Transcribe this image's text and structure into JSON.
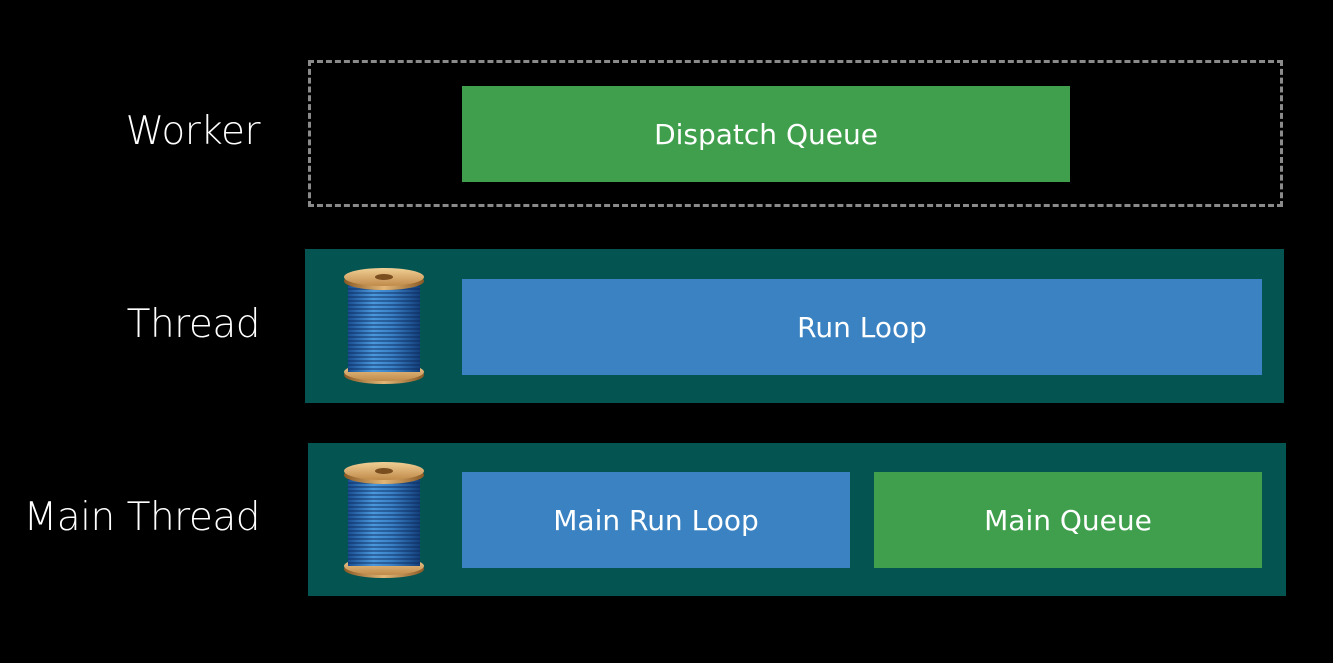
{
  "rows": {
    "worker": {
      "label": "Worker",
      "box": "Dispatch Queue"
    },
    "thread": {
      "label": "Thread",
      "icon": "thread-spool-icon",
      "box": "Run Loop"
    },
    "main_thread": {
      "label": "Main Thread",
      "icon": "thread-spool-icon",
      "boxes": [
        "Main Run Loop",
        "Main Queue"
      ]
    }
  },
  "colors": {
    "background": "#000000",
    "queue_green": "#3f9f4d",
    "runloop_blue": "#3a82c1",
    "thread_teal": "#045451",
    "dashed_border": "#8a8a8a",
    "text": "#ffffff"
  }
}
